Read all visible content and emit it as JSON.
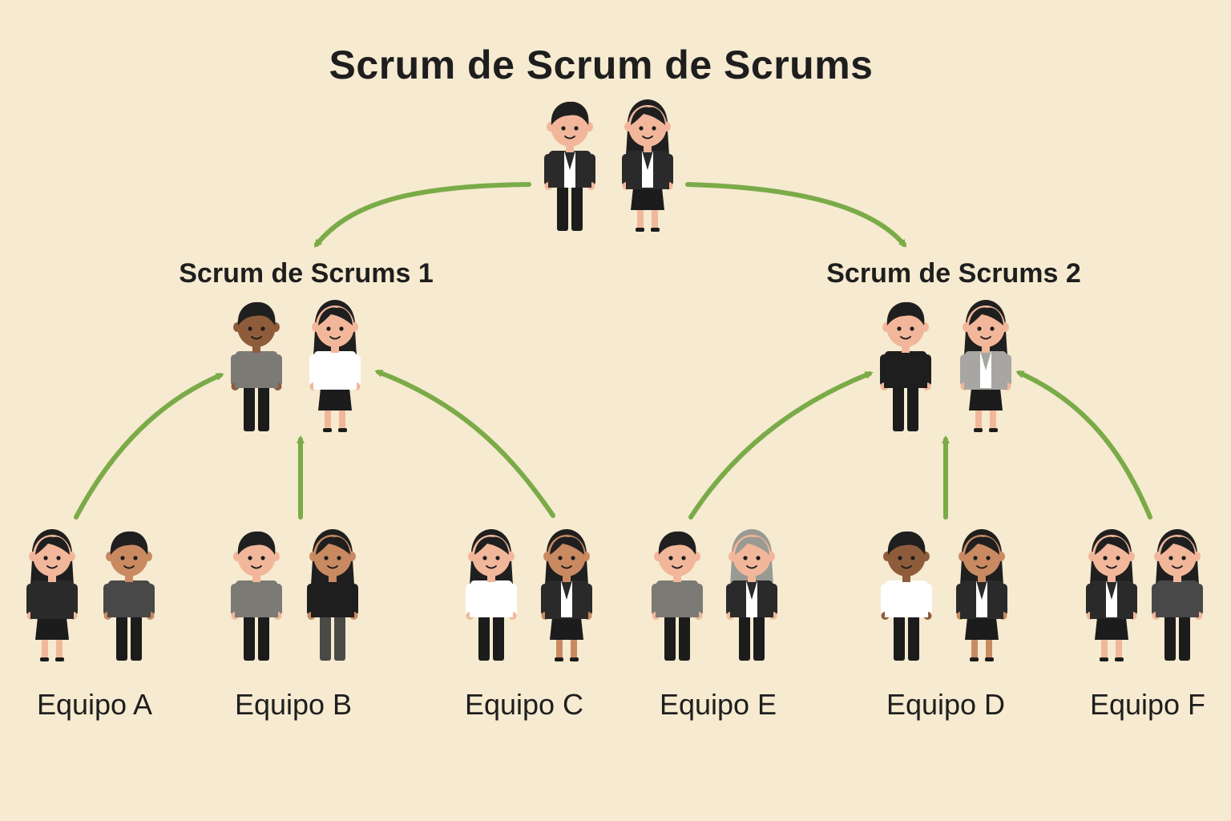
{
  "title": "Scrum de Scrum de Scrums",
  "colors": {
    "background": "#f6ead0",
    "arrow": "#7aab48",
    "skin_light": "#f2b79a",
    "skin_medium": "#c98a62",
    "skin_dark": "#8f5c3b",
    "hair": "#1f1f1f",
    "hair_gray": "#9a9a94"
  },
  "groups": [
    {
      "name": "Scrum de Scrums 1"
    },
    {
      "name": "Scrum de Scrums 2"
    }
  ],
  "teams": [
    {
      "label": "Equipo A"
    },
    {
      "label": "Equipo B"
    },
    {
      "label": "Equipo C"
    },
    {
      "label": "Equipo E"
    },
    {
      "label": "Equipo D"
    },
    {
      "label": "Equipo F"
    }
  ]
}
